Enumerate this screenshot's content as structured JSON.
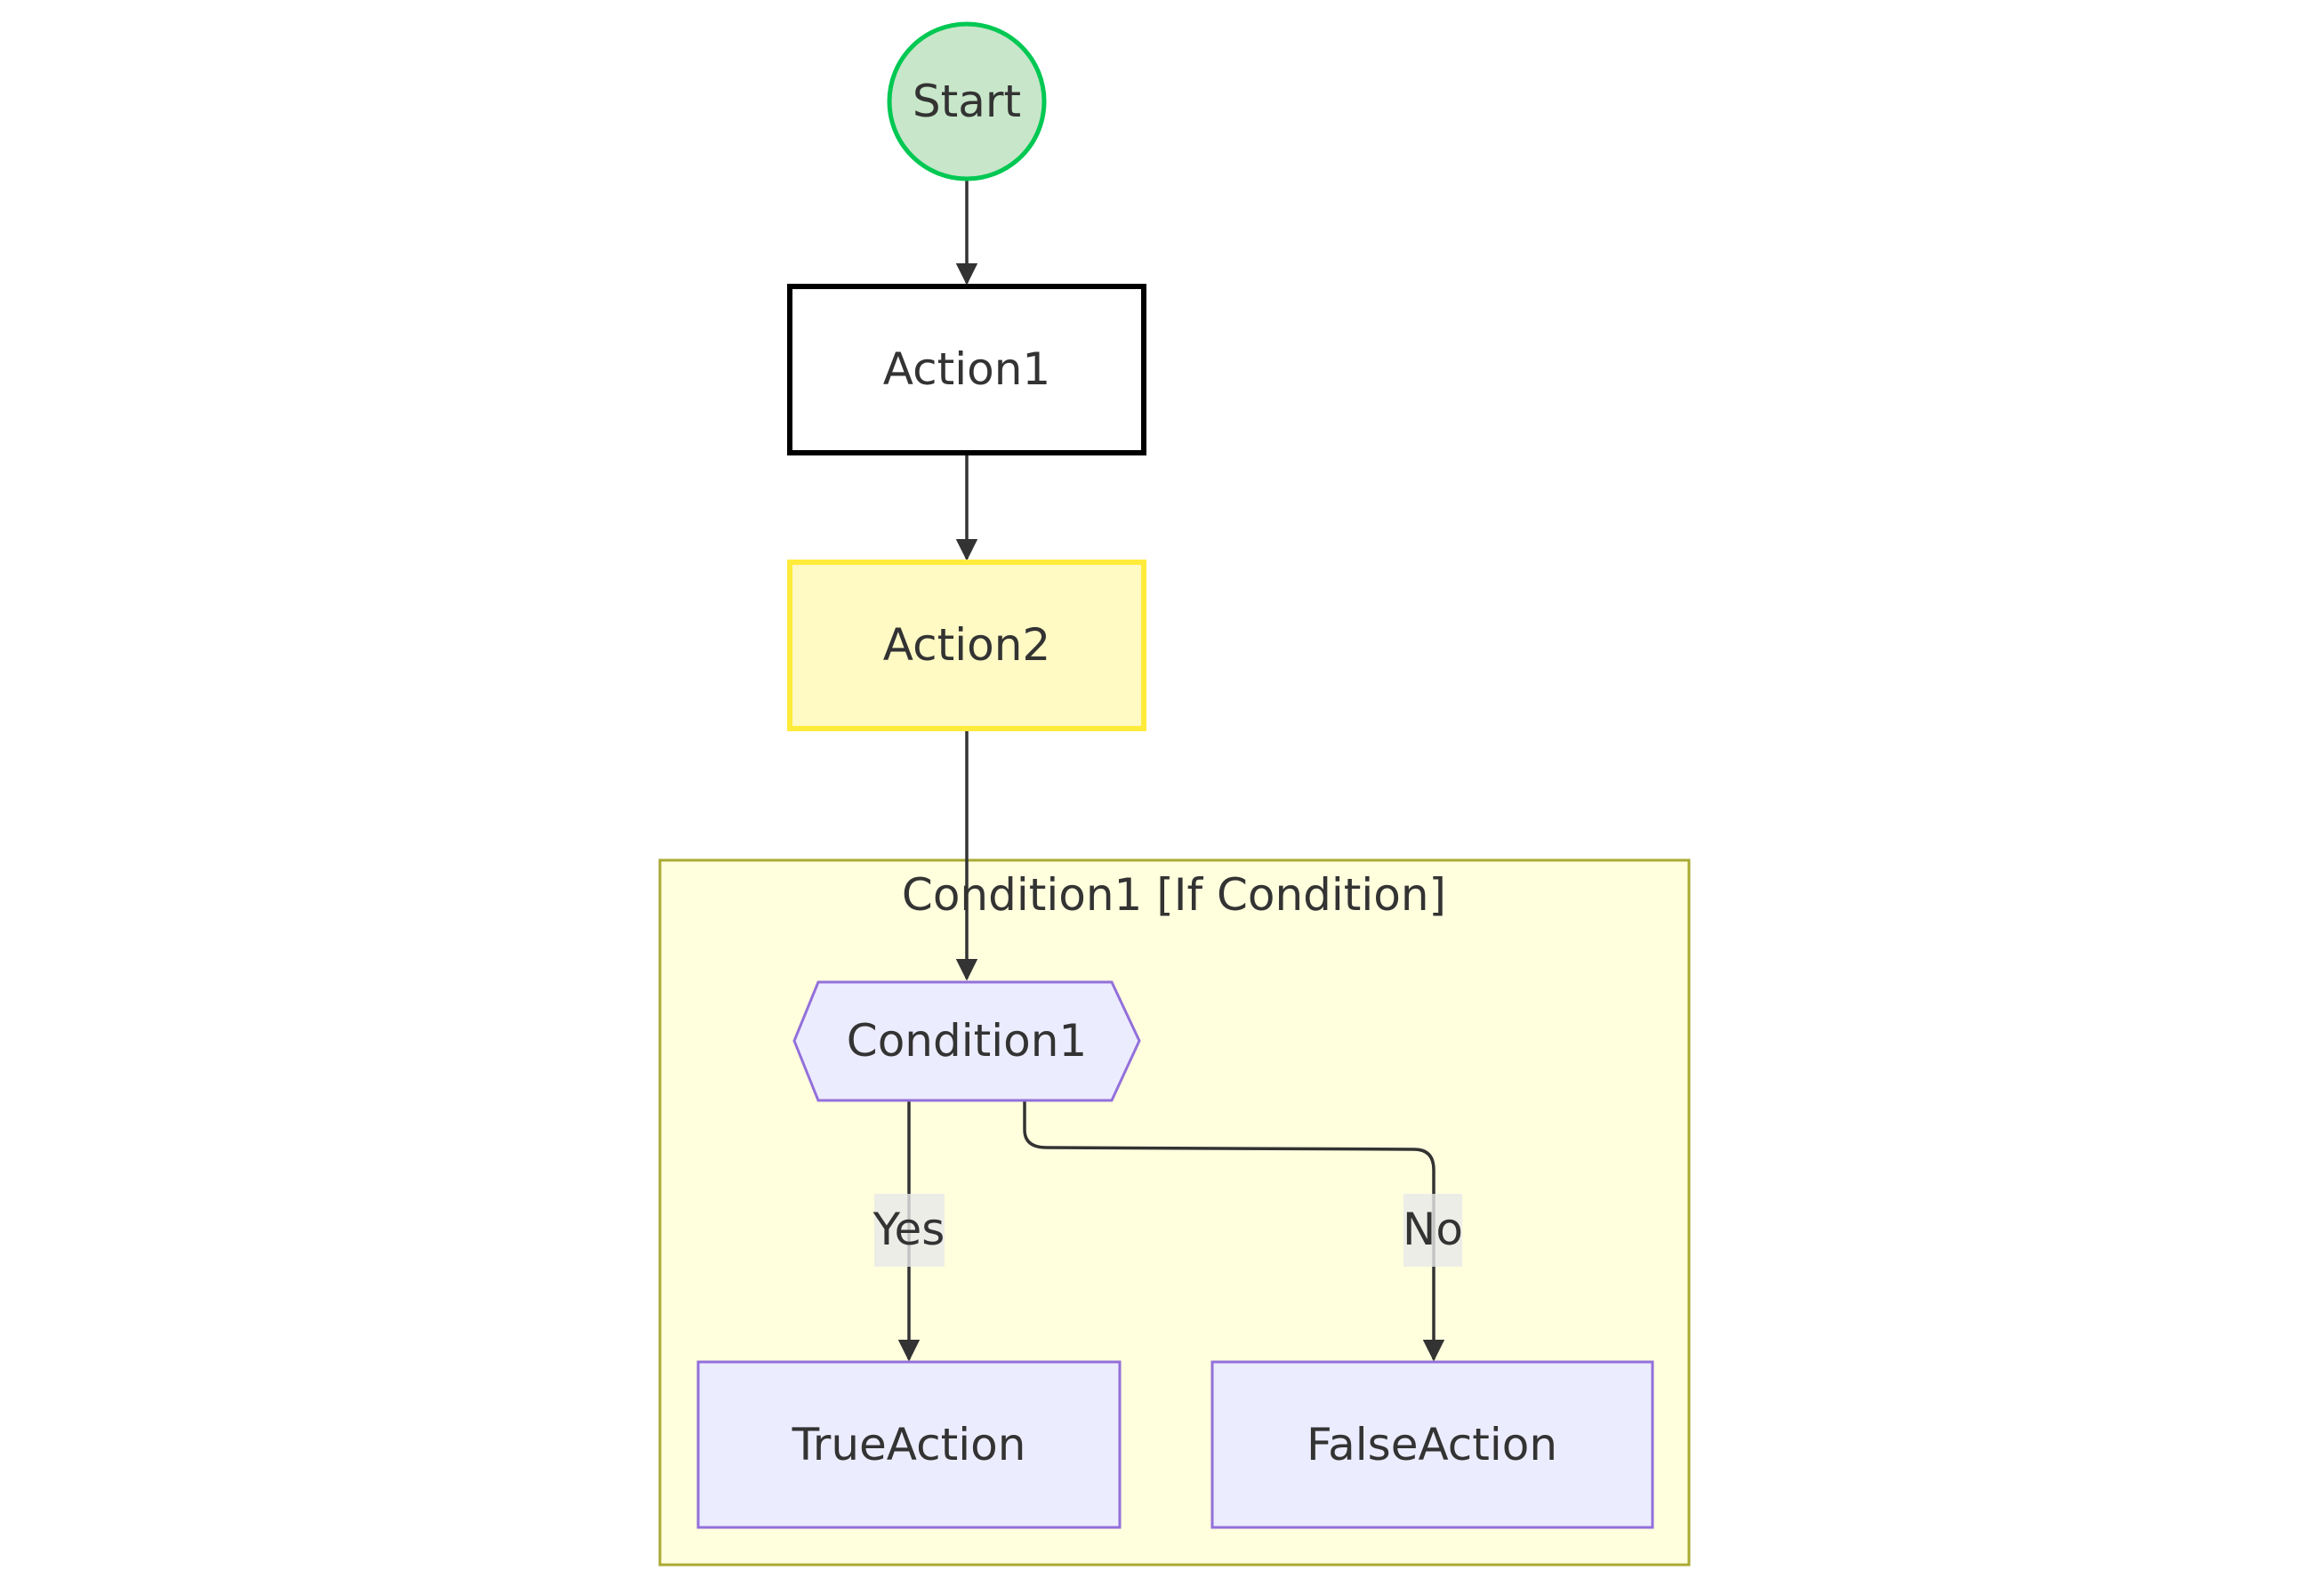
{
  "diagram": {
    "nodes": {
      "start": "Start",
      "action1": "Action1",
      "action2": "Action2",
      "condition1": "Condition1",
      "true_action": "TrueAction",
      "false_action": "FalseAction"
    },
    "subgraph": {
      "title": "Condition1 [If Condition]"
    },
    "edges": {
      "yes": "Yes",
      "no": "No"
    }
  },
  "colors": {
    "start_fill": "#c8e6c9",
    "start_stroke": "#00c853",
    "action1_fill": "#ffffff",
    "action1_stroke": "#000000",
    "action2_fill": "#fff9c4",
    "action2_stroke": "#ffeb3b",
    "subgraph_fill": "#ffffde",
    "subgraph_stroke": "#aaaa33",
    "default_node_fill": "#ececff",
    "default_node_stroke": "#9370db",
    "edge_color": "#333333",
    "edge_label_bg": "#e8e8e8"
  }
}
